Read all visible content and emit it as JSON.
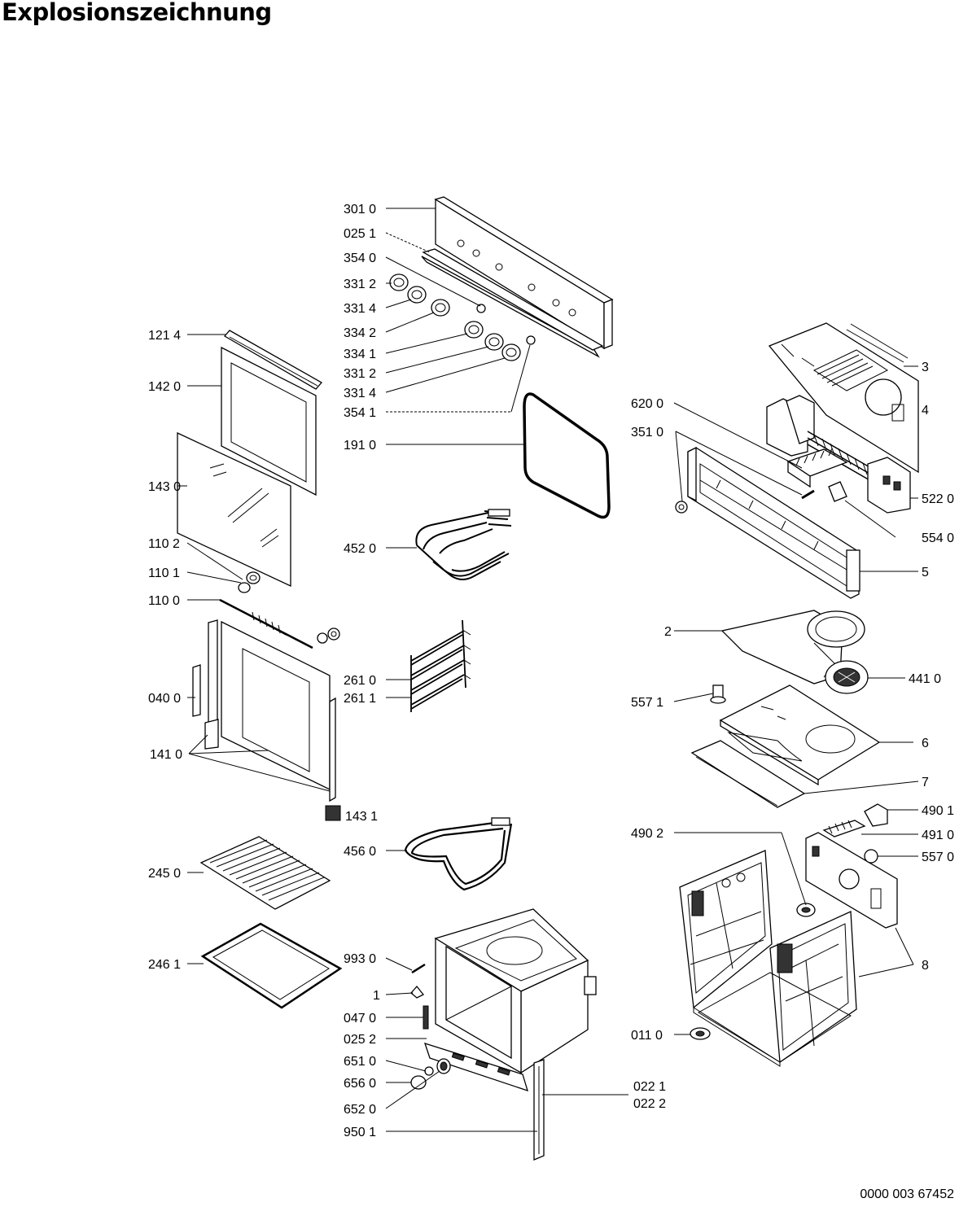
{
  "title": "Explosionszeichnung",
  "doc_number": "0000 003 67452",
  "labels": {
    "l3010": "301 0",
    "l0251": "025 1",
    "l3540": "354 0",
    "l3312a": "331 2",
    "l3314a": "331 4",
    "l3342": "334 2",
    "l3341": "334 1",
    "l3312b": "331 2",
    "l3314b": "331 4",
    "l3541": "354 1",
    "l1910": "191 0",
    "l4520": "452 0",
    "l2610": "261 0",
    "l2611": "261 1",
    "l4560": "456 0",
    "l9930": "993 0",
    "l1": "1",
    "l0470": "047 0",
    "l0252": "025 2",
    "l6510": "651 0",
    "l6560": "656 0",
    "l6520": "652 0",
    "l9501": "950 1",
    "l0221": "022 1",
    "l0222": "022 2",
    "l1214": "121 4",
    "l1420": "142 0",
    "l1430": "143 0",
    "l1102": "110 2",
    "l1101": "110 1",
    "l1100": "110 0",
    "l0400": "040 0",
    "l1410": "141 0",
    "l1431": "143 1",
    "l2450": "245 0",
    "l2461": "246 1",
    "l3": "3",
    "l4": "4",
    "l6200": "620 0",
    "l3510": "351 0",
    "l5220": "522 0",
    "l5540": "554 0",
    "l5": "5",
    "l2": "2",
    "l4410": "441 0",
    "l5571": "557 1",
    "l6": "6",
    "l7": "7",
    "l4901": "490 1",
    "l4902": "490 2",
    "l4910": "491 0",
    "l5570": "557 0",
    "l8": "8",
    "l0110": "011 0"
  }
}
